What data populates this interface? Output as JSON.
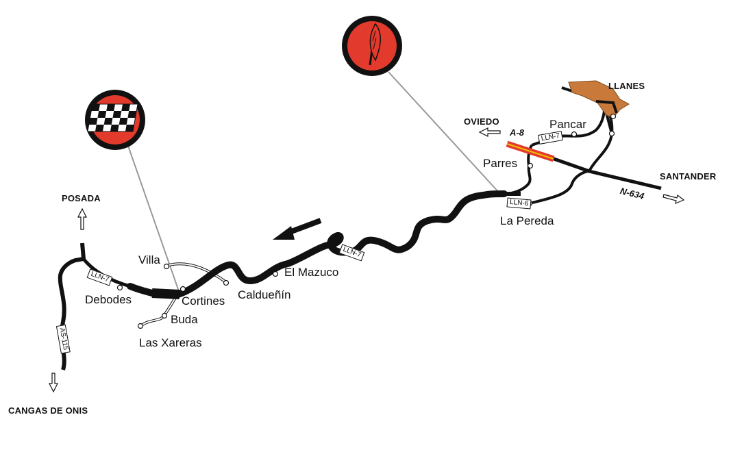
{
  "colors": {
    "road": "#111111",
    "accent_red": "#e23a2c",
    "accent_yellow": "#f2c200",
    "town_fill": "#c97a3a",
    "pointer_line": "#999999"
  },
  "destinations": {
    "posada": "POSADA",
    "cangas": "CANGAS DE ONIS",
    "oviedo": "OVIEDO",
    "llanes": "LLANES",
    "santander": "SANTANDER"
  },
  "towns": {
    "villa": "Villa",
    "debodes": "Debodes",
    "cortines": "Cortines",
    "caldunin": "Calduеñín",
    "buda": "Buda",
    "las_xareras": "Las Xareras",
    "el_mazuco": "El Mazuco",
    "parres": "Parres",
    "la_pereda": "La Pereda",
    "pancar": "Pancar"
  },
  "road_codes": {
    "lln7_west": "LLN-7",
    "lln7_mid": "LLN-7",
    "lln7_east": "LLN-7",
    "lln6": "LLN-6",
    "as115": "AS-115",
    "a8": "A-8",
    "n634": "N-634"
  },
  "markers": {
    "finish": "finish-flag-icon",
    "start": "start-flag-icon"
  }
}
